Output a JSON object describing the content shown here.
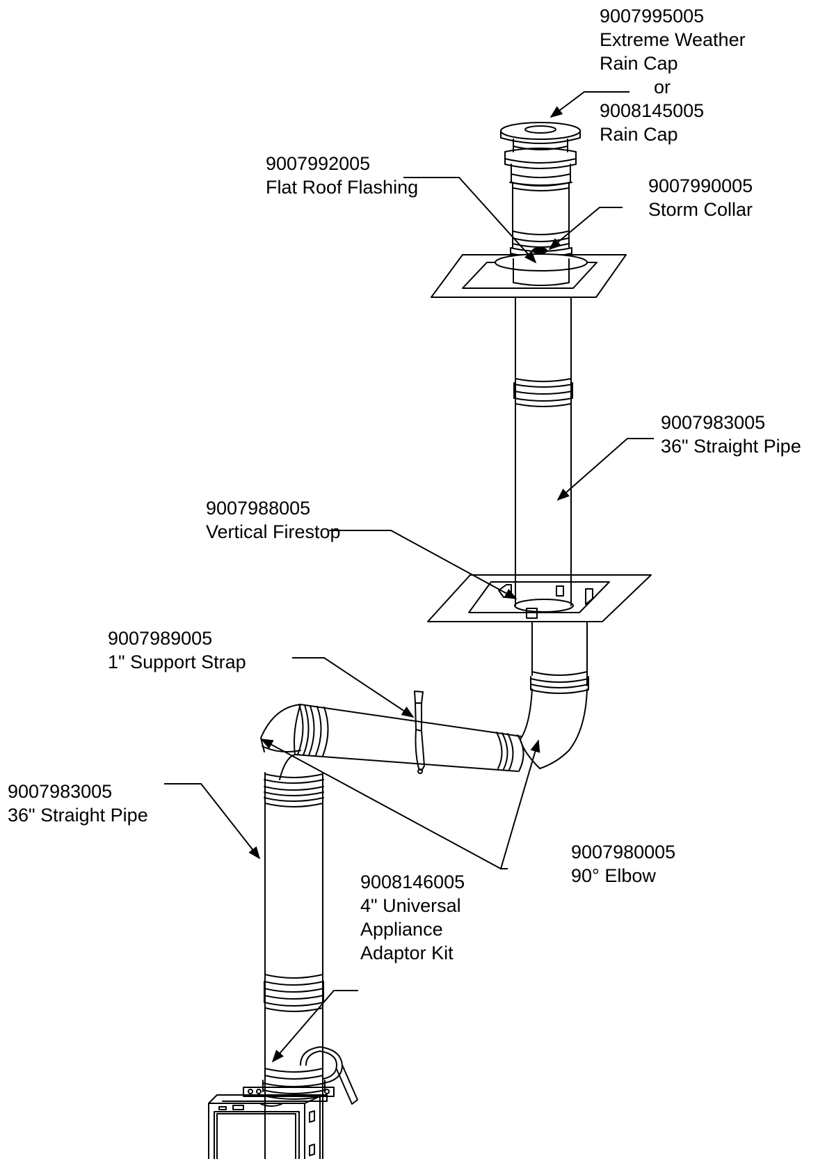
{
  "labels": {
    "rain_cap": {
      "part_number_primary": "9007995005",
      "name_primary_line1": "Extreme Weather",
      "name_primary_line2": "Rain Cap",
      "or_text": "or",
      "part_number_alt": "9008145005",
      "name_alt": "Rain Cap"
    },
    "flat_roof_flashing": {
      "part_number": "9007992005",
      "name": "Flat Roof Flashing"
    },
    "storm_collar": {
      "part_number": "9007990005",
      "name": "Storm Collar"
    },
    "straight_pipe_upper": {
      "part_number": "9007983005",
      "name": "36\" Straight Pipe"
    },
    "vertical_firestop": {
      "part_number": "9007988005",
      "name": "Vertical Firestop"
    },
    "support_strap": {
      "part_number": "9007989005",
      "name": "1\" Support Strap"
    },
    "straight_pipe_lower": {
      "part_number": "9007983005",
      "name": "36\" Straight Pipe"
    },
    "elbow": {
      "part_number": "9007980005",
      "name": "90° Elbow"
    },
    "adaptor_kit": {
      "part_number": "9008146005",
      "name_line1": "4\" Universal",
      "name_line2": "Appliance",
      "name_line3": "Adaptor Kit"
    }
  }
}
